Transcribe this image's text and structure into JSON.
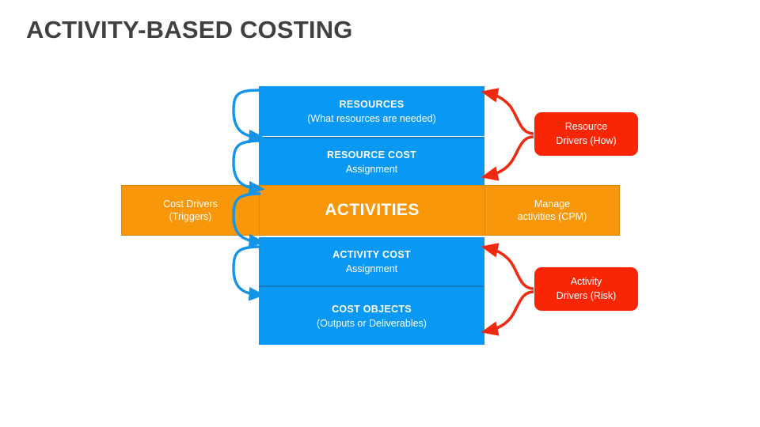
{
  "page": {
    "title": "ACTIVITY-BASED COSTING"
  },
  "colors": {
    "title_text": "#404040",
    "blue": "#0A98F5",
    "blue_divider": "#1A7DC4",
    "orange": "#F8970A",
    "orange_border": "#D98600",
    "red": "#F82605",
    "arrow_blue": "#1294E8",
    "arrow_red": "#EE2A12",
    "background": "#FFFFFF"
  },
  "diagram": {
    "blue_boxes": [
      {
        "title": "RESOURCES",
        "subtitle": "(What resources are needed)"
      },
      {
        "title": "RESOURCE COST",
        "subtitle": "Assignment"
      },
      {
        "title": "ACTIVITY COST",
        "subtitle": "Assignment"
      },
      {
        "title": "COST OBJECTS",
        "subtitle": "(Outputs or Deliverables)"
      }
    ],
    "orange_band": {
      "left_line1": "Cost Drivers",
      "left_line2": "(Triggers)",
      "center": "ACTIVITIES",
      "right_line1": "Manage",
      "right_line2": "activities (CPM)"
    },
    "red_boxes": [
      {
        "line1": "Resource",
        "line2": "Drivers (How)"
      },
      {
        "line1": "Activity",
        "line2": "Drivers (Risk)"
      }
    ],
    "icons": {
      "flow_arrow": "curved-flow-arrow-icon",
      "driver_arrow": "red-branch-arrow-icon"
    }
  }
}
